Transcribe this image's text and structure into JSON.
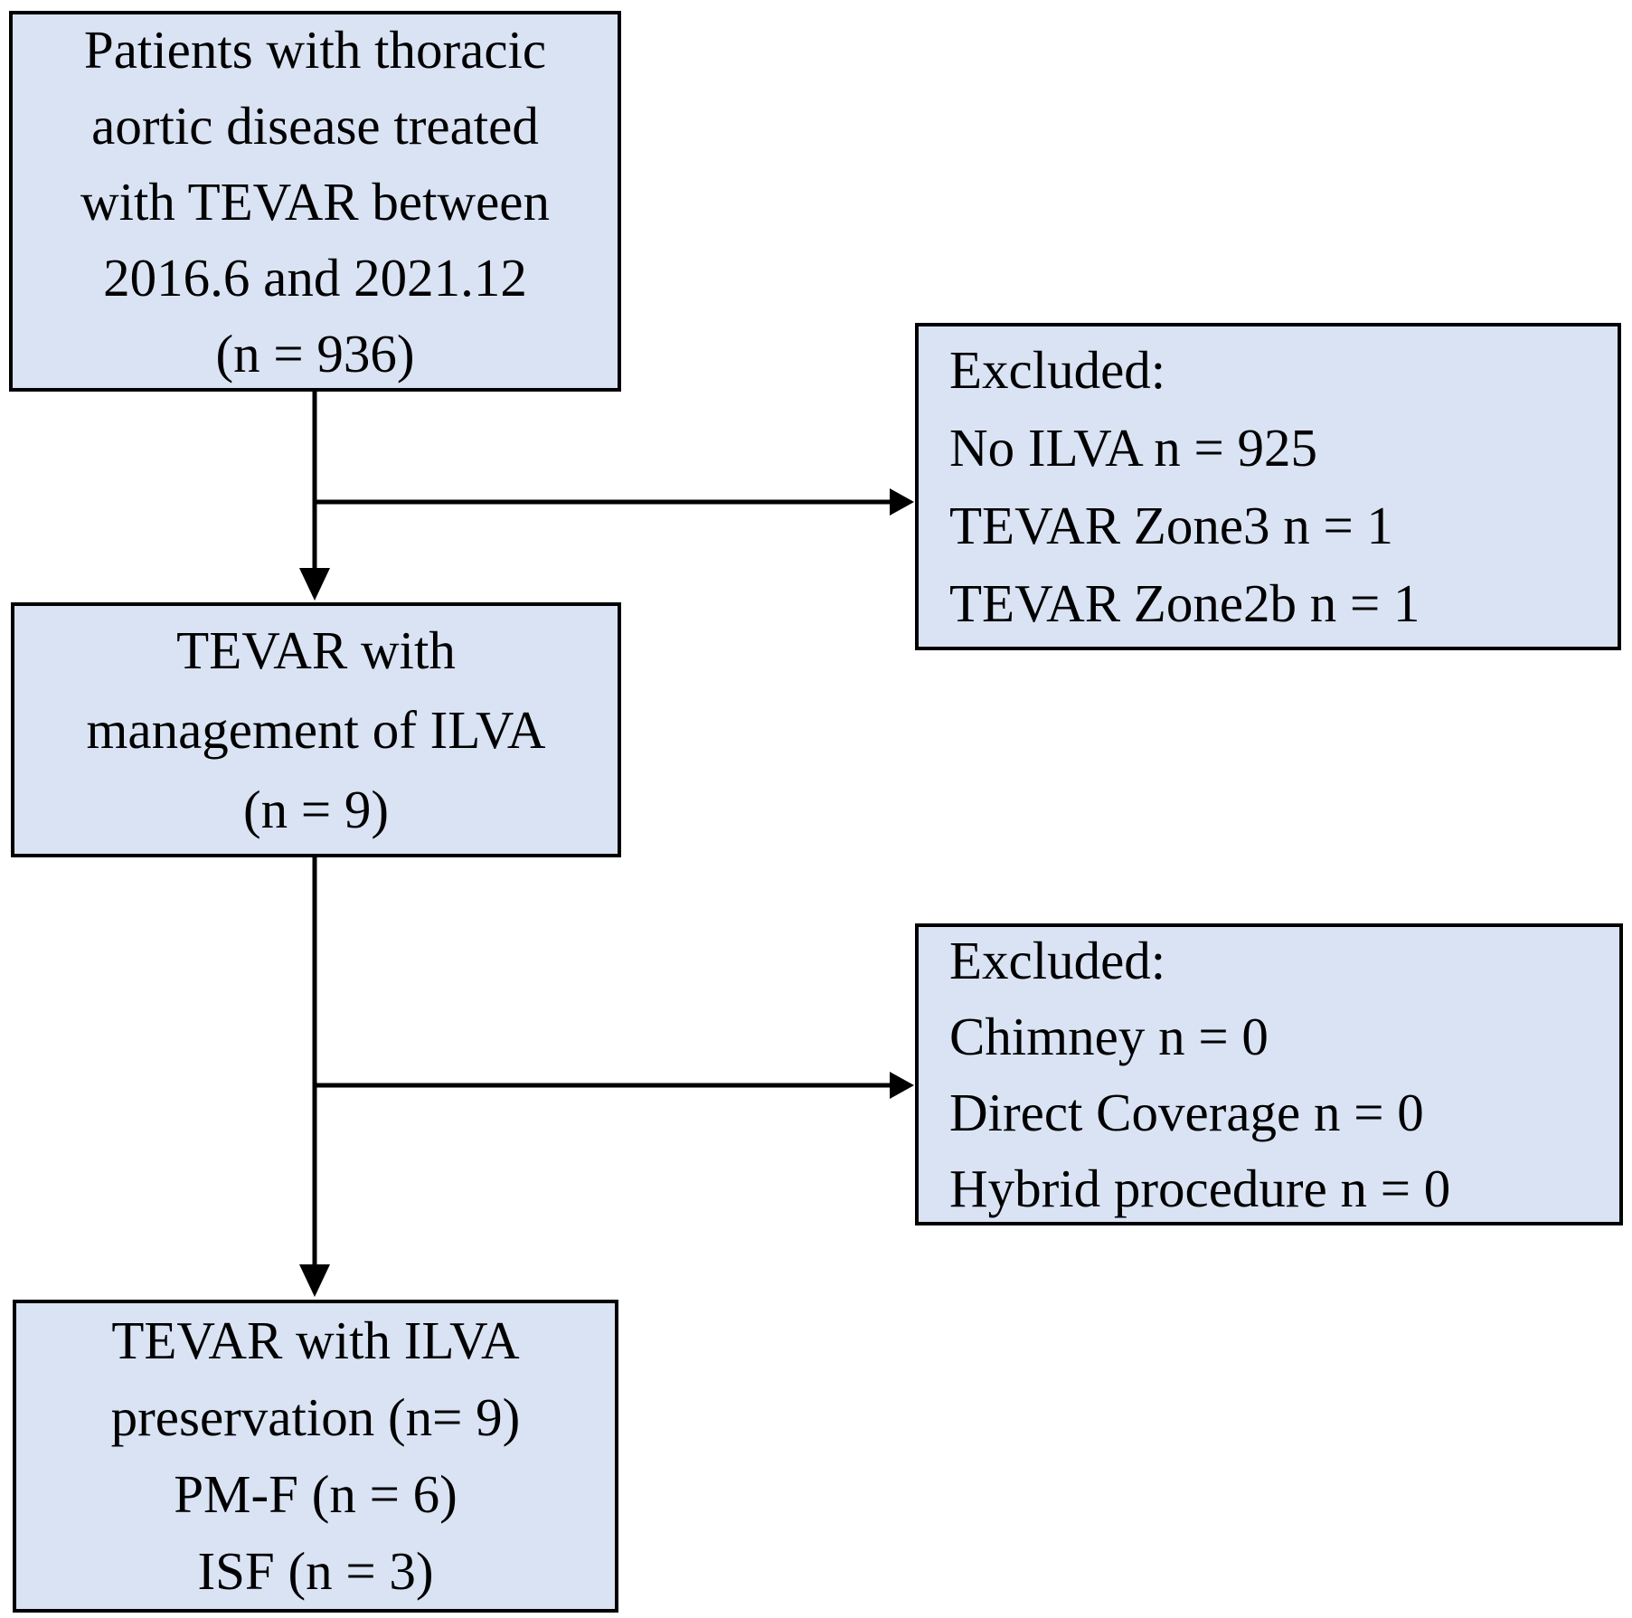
{
  "flowchart": {
    "colors": {
      "background": "#ffffff",
      "box_fill": "#dae3f3",
      "box_border": "#000000",
      "arrow": "#000000",
      "text": "#000000"
    },
    "boxes": {
      "initial": {
        "lines": [
          "Patients with thoracic",
          "aortic disease treated",
          "with TEVAR between",
          "2016.6 and 2021.12",
          "(n = 936)"
        ]
      },
      "excluded1": {
        "lines": [
          "Excluded:",
          "No ILVA n = 925",
          "TEVAR Zone3 n = 1",
          "TEVAR Zone2b n = 1"
        ]
      },
      "management": {
        "lines": [
          "TEVAR with",
          "management of ILVA",
          "(n = 9)"
        ]
      },
      "excluded2": {
        "lines": [
          "Excluded:",
          "Chimney n = 0",
          "Direct Coverage n = 0",
          "Hybrid procedure n = 0"
        ]
      },
      "preservation": {
        "lines": [
          "TEVAR with ILVA",
          "preservation (n= 9)",
          "PM-F (n = 6)",
          "ISF (n = 3)"
        ]
      }
    }
  }
}
